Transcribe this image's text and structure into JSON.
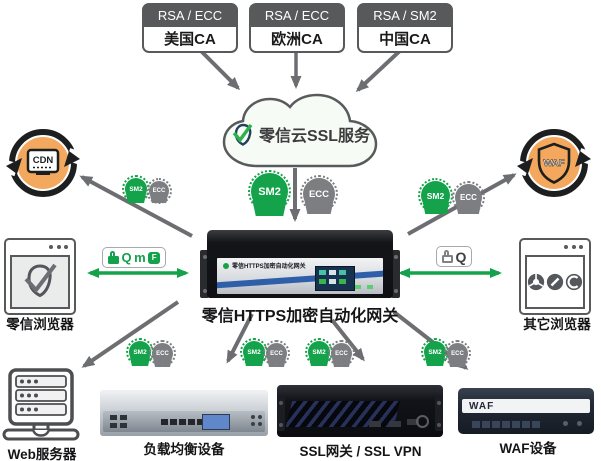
{
  "colors": {
    "green": "#14a24b",
    "arrow_gray": "#6d6e71",
    "dark_gray": "#58595b",
    "badge_gray": "#7c7e82",
    "orange": "#f3a85e",
    "navy": "#27405c",
    "blue_stripe": "#2f5fa8"
  },
  "top_cas": [
    {
      "protocols": "RSA / ECC",
      "name": "美国CA"
    },
    {
      "protocols": "RSA / ECC",
      "name": "欧洲CA"
    },
    {
      "protocols": "RSA / SM2",
      "name": "中国CA"
    }
  ],
  "cloud": {
    "label": "零信云SSL服务"
  },
  "cdn_circle": {
    "label": "CDN"
  },
  "waf_circle": {
    "label": "WAF"
  },
  "badges": {
    "sm2": "SM2",
    "ecc": "ECC"
  },
  "left_browser": {
    "label": "零信浏览器",
    "lock_bar": {
      "q": "Q",
      "m": "m",
      "f": "F"
    }
  },
  "right_browser": {
    "label": "其它浏览器",
    "lock_bar": {
      "q": "Q"
    }
  },
  "gateway": {
    "device_label": "零信HTTPS加密自动化网关",
    "label": "零信HTTPS加密自动化网关"
  },
  "bottom_devices": [
    {
      "label": "Web服务器"
    },
    {
      "label": "负载均衡设备"
    },
    {
      "label": "SSL网关 / SSL VPN"
    },
    {
      "label": "WAF设备",
      "panel_text": "WAF"
    }
  ],
  "icons": {
    "cdn": "cdn-cycle-icon",
    "waf": "waf-shield-cycle-icon",
    "zotrus_logo": "shield-check-icon",
    "lock": "padlock-icon",
    "other_browsers": "browser-logos-icon",
    "web_server": "server-rack-icon"
  }
}
